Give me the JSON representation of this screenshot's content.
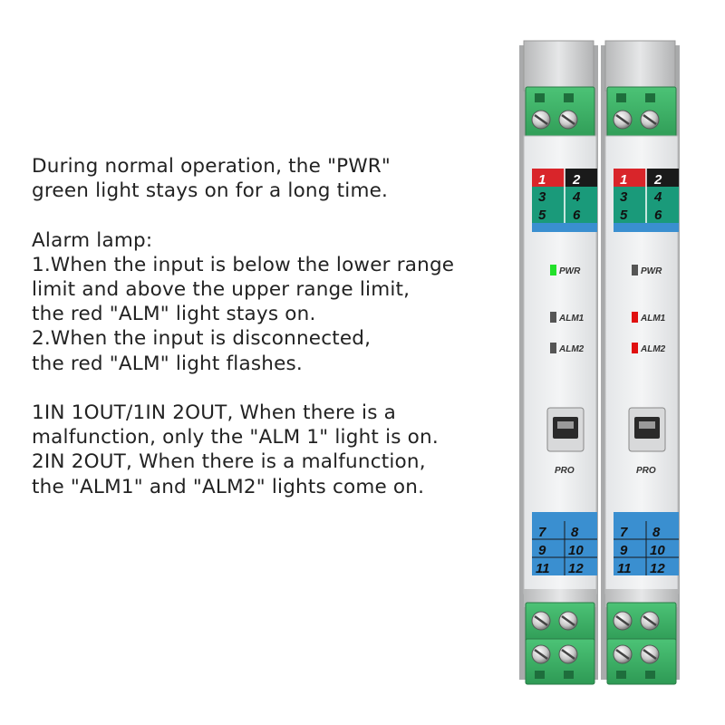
{
  "description": {
    "paragraph_1": [
      "During normal operation, the \"PWR\"",
      "green light stays on for a long time."
    ],
    "paragraph_2": [
      "Alarm lamp:",
      "1.When the input is below the lower range",
      "limit and above the upper range limit,",
      "the red \"ALM\" light stays on.",
      "2.When the input is disconnected,",
      "the red \"ALM\" light flashes."
    ],
    "paragraph_3": [
      "1IN 1OUT/1IN 2OUT, When there is a",
      "malfunction, only the \"ALM 1\" light is on.",
      "2IN 2OUT, When there is a malfunction,",
      "the \"ALM1\" and \"ALM2\" lights come on."
    ]
  },
  "device": {
    "top_terminals": [
      "1",
      "2",
      "3",
      "4",
      "5",
      "6"
    ],
    "bottom_terminals": [
      "7",
      "8",
      "9",
      "10",
      "11",
      "12"
    ],
    "indicator_labels": {
      "pwr": "PWR",
      "alm1": "ALM1",
      "alm2": "ALM2"
    },
    "port_label": "PRO",
    "left_unit_leds": {
      "pwr": "on",
      "alm1": "off",
      "alm2": "off"
    },
    "right_unit_leds": {
      "pwr": "off",
      "alm1": "on",
      "alm2": "on"
    }
  },
  "colors": {
    "led_green": "#22e02a",
    "led_red": "#e01010",
    "led_off": "#555555",
    "terminal_block_green": "#3fb56a",
    "terminal_teal": "#1a9a7a",
    "terminal_blue": "#3a8fd0",
    "housing_grey": "#c9cacb"
  }
}
